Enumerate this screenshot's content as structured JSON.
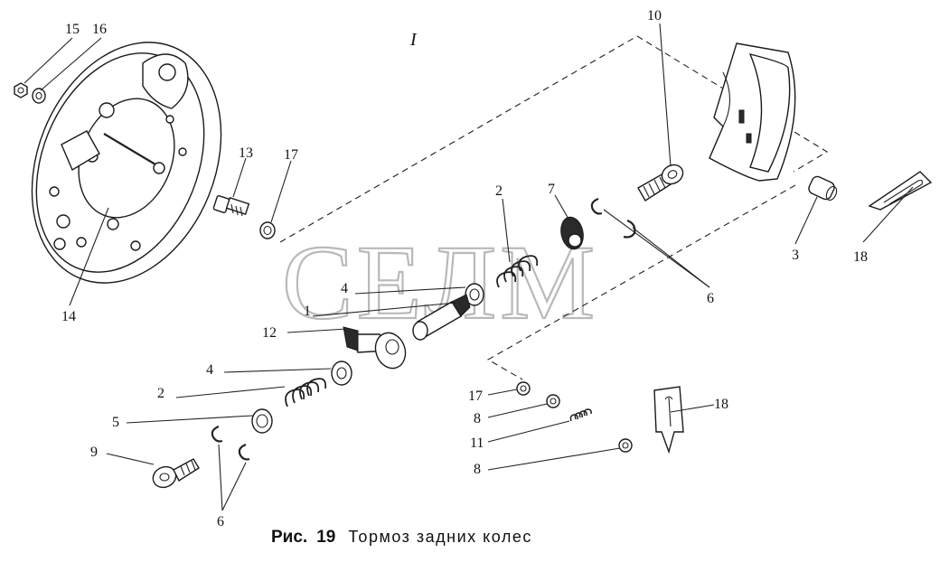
{
  "view_label": "I",
  "watermark": "СЕЛМ",
  "caption": {
    "prefix": "Рис.",
    "number": "19",
    "title": "Тормоз задних колес"
  },
  "callouts": {
    "n15": "15",
    "n16": "16",
    "n10": "10",
    "n13": "13",
    "n17a": "17",
    "n2a": "2",
    "n7": "7",
    "n3": "3",
    "n18a": "18",
    "n14": "14",
    "n4a": "4",
    "n1": "1",
    "n12": "12",
    "n6a": "6",
    "n4b": "4",
    "n2b": "2",
    "n5": "5",
    "n9": "9",
    "n6b": "6",
    "n17b": "17",
    "n8a": "8",
    "n11": "11",
    "n8b": "8",
    "n18b": "18"
  }
}
